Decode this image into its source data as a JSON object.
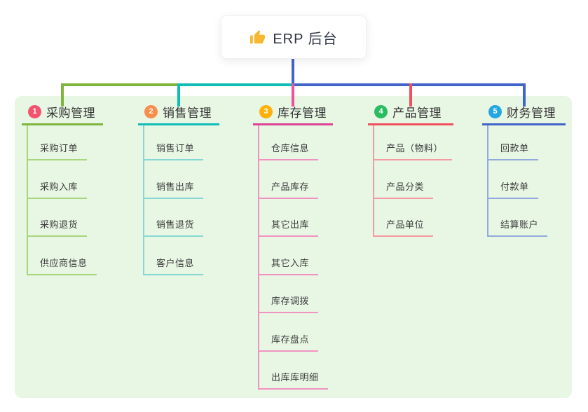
{
  "root": {
    "title": "ERP 后台",
    "icon": "thumbs-up-icon"
  },
  "colors": {
    "connector_blue": "#4164c9",
    "panel_background": "#e8f6e4",
    "card_background": "#ffffff",
    "text_dark": "#333333",
    "thumb_icon": "#f7b731"
  },
  "branches": [
    {
      "index": "1",
      "label": "采购管理",
      "line_color": "#7db53d",
      "child_line_color": "#a9d57d",
      "badge_color": "#f4536e",
      "children": [
        "采购订单",
        "采购入库",
        "采购退货",
        "供应商信息"
      ]
    },
    {
      "index": "2",
      "label": "销售管理",
      "line_color": "#10bcb7",
      "child_line_color": "#86d9d2",
      "badge_color": "#fb8d4c",
      "children": [
        "销售订单",
        "销售出库",
        "销售退货",
        "客户信息"
      ]
    },
    {
      "index": "3",
      "label": "库存管理",
      "line_color": "#dd4397",
      "child_line_color": "#f193c2",
      "badge_color": "#ffb10a",
      "children": [
        "仓库信息",
        "产品库存",
        "其它出库",
        "其它入库",
        "库存调拨",
        "库存盘点",
        "出库库明细"
      ]
    },
    {
      "index": "4",
      "label": "产品管理",
      "line_color": "#f04f5e",
      "child_line_color": "#f59aa2",
      "badge_color": "#2abd5f",
      "children": [
        "产品（物料）",
        "产品分类",
        "产品单位"
      ]
    },
    {
      "index": "5",
      "label": "财务管理",
      "line_color": "#4164c9",
      "child_line_color": "#93aade",
      "badge_color": "#22a7e2",
      "children": [
        "回款单",
        "付款单",
        "结算账户"
      ]
    }
  ]
}
